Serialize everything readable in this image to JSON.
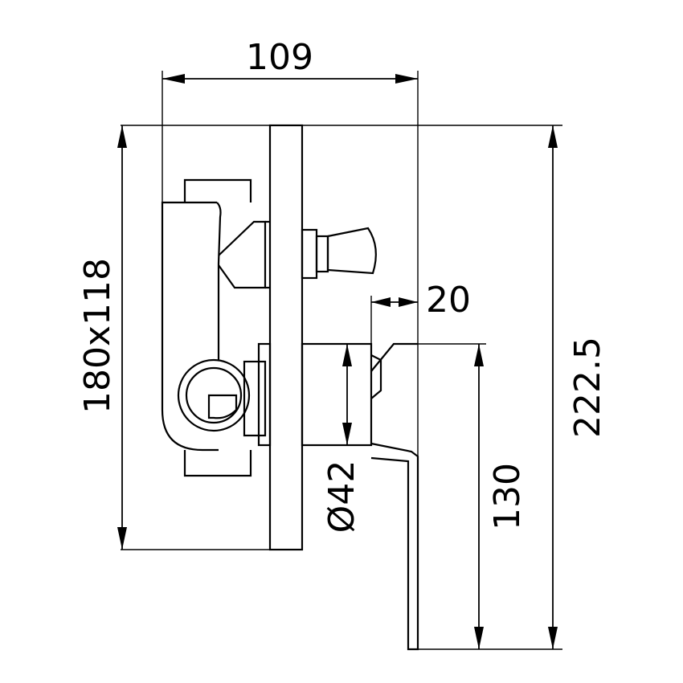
{
  "dimensions": {
    "depth": "109",
    "plate_size": "180x118",
    "lever_offset": "20",
    "body_diameter": "Ø42",
    "lever_length": "130",
    "total_height": "222.5"
  },
  "colors": {
    "line": "#000000",
    "background": "#ffffff"
  }
}
